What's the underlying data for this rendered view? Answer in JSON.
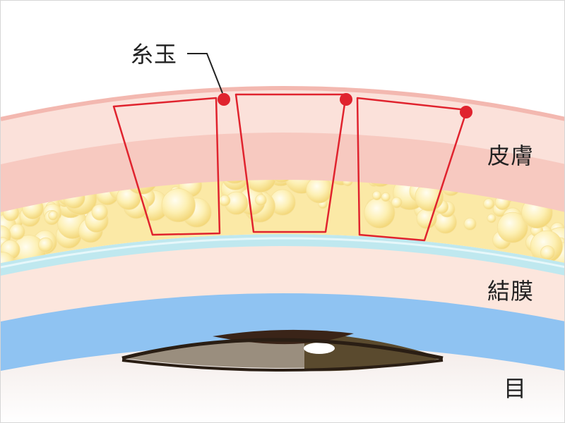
{
  "labels": {
    "thread_knot": "糸玉",
    "skin": "皮膚",
    "conjunctiva": "結膜",
    "eye": "目"
  },
  "colors": {
    "skin_outer": "#f5c6be",
    "skin_inner": "#fbe3dc",
    "fat": "#fbe9a6",
    "conjunctiva": "#fce6dd",
    "tarsal_line": "#bfe8ef",
    "blue_layer": "#8fc3f2",
    "iris_left": "#9a8e7e",
    "iris_right": "#5a4a2e",
    "pupil": "#3a2418",
    "suture": "#e0232e"
  },
  "icons": {
    "suture_loops": 3,
    "knot_marker": "red-dot"
  }
}
